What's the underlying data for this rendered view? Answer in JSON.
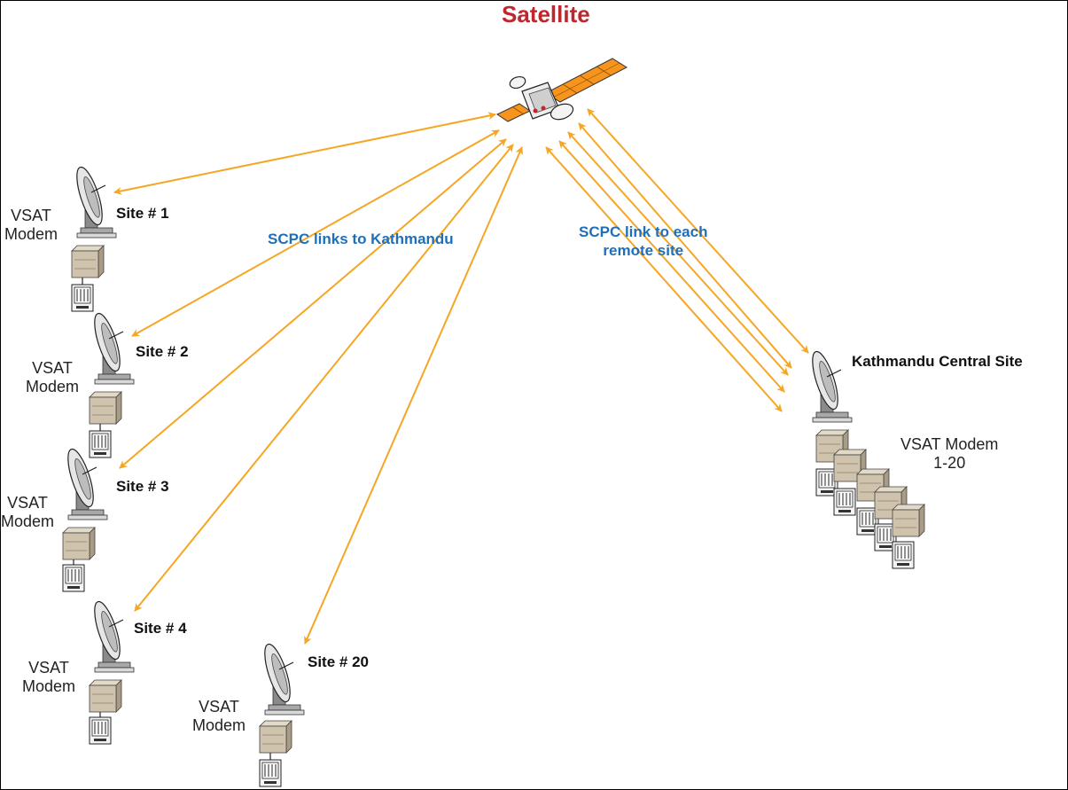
{
  "title": "Satellite",
  "link_labels": {
    "to_hub_line1": "SCPC links to Kathmandu",
    "to_remote_line1": "SCPC link to each",
    "to_remote_line2": "remote site"
  },
  "remote_sites": [
    {
      "site_label": "Site # 1",
      "modem_line1": "VSAT",
      "modem_line2": "Modem"
    },
    {
      "site_label": "Site # 2",
      "modem_line1": "VSAT",
      "modem_line2": "Modem"
    },
    {
      "site_label": "Site # 3",
      "modem_line1": "VSAT",
      "modem_line2": "Modem"
    },
    {
      "site_label": "Site # 4",
      "modem_line1": "VSAT",
      "modem_line2": "Modem"
    },
    {
      "site_label": "Site # 20",
      "modem_line1": "VSAT",
      "modem_line2": "Modem"
    }
  ],
  "central_site": {
    "label": "Kathmandu Central Site",
    "modem_line1": "VSAT Modem",
    "modem_line2": "1-20"
  },
  "colors": {
    "title": "#c0272d",
    "link_arrow": "#f5a623",
    "link_label": "#1f6fb8",
    "solar_panel": "#f7941d",
    "equipment_box": "#cfc3ad"
  }
}
